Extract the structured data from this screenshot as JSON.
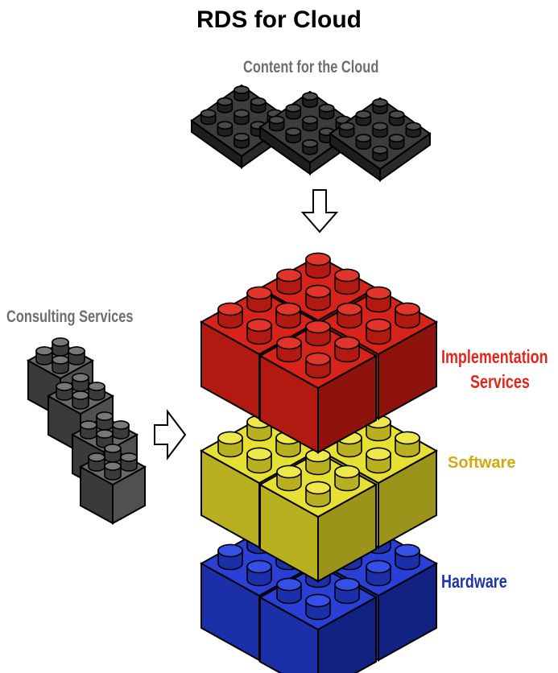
{
  "title": "RDS for Cloud",
  "labels": {
    "content": "Content for the Cloud",
    "consulting": "Consulting Services",
    "implementation_line1": "Implementation",
    "implementation_line2": "Services",
    "software": "Software",
    "hardware": "Hardware"
  },
  "colors": {
    "implementation": "#e1261c",
    "software": "#d4a80f",
    "hardware": "#1b35a8",
    "content": "#6e6e6e",
    "consulting": "#6e6e6e"
  },
  "icons": [
    "down-arrow-icon",
    "right-arrow-icon"
  ]
}
